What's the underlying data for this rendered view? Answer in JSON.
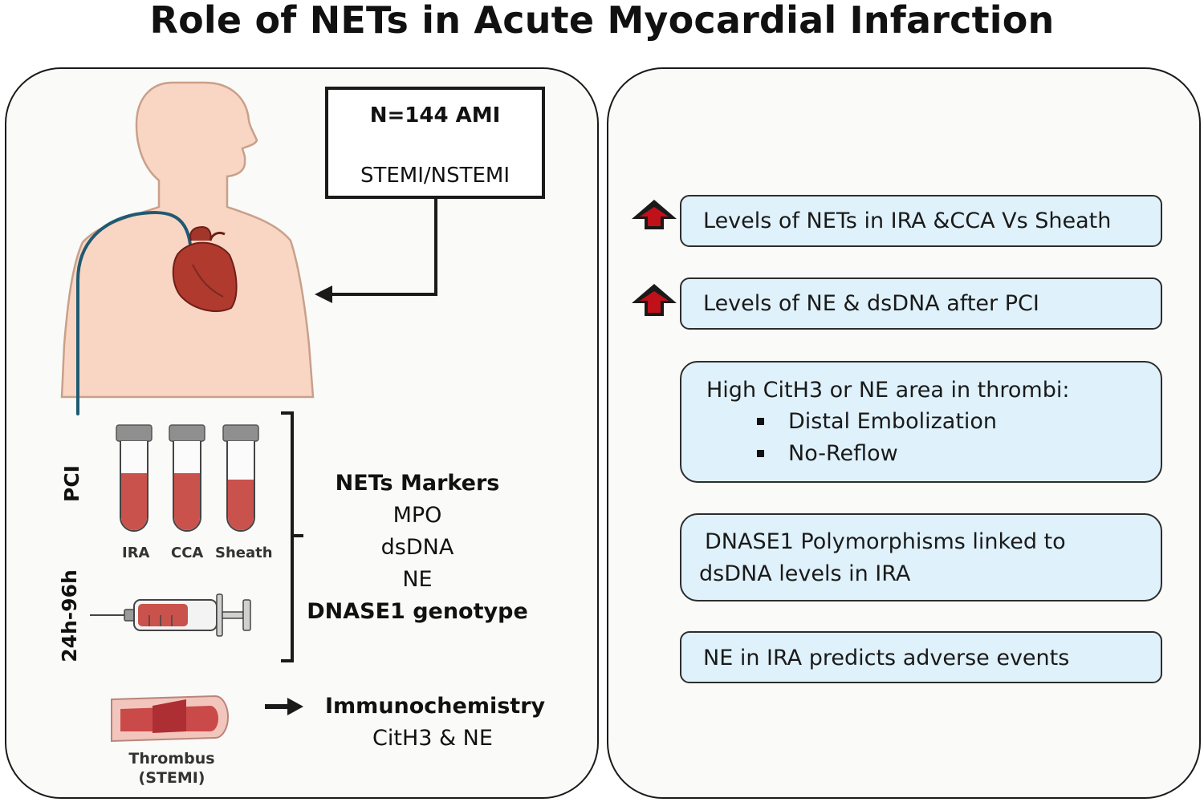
{
  "title": "Role of NETs in Acute Myocardial Infarction",
  "cohort": {
    "n_label": "N=144 AMI",
    "type_label": "STEMI/NSTEMI"
  },
  "timepoints": {
    "pci": "PCI",
    "later": "24h-96h"
  },
  "tubes": [
    {
      "label": "IRA"
    },
    {
      "label": "CCA"
    },
    {
      "label": "Sheath"
    }
  ],
  "markers": {
    "heading": "NETs Markers",
    "items": [
      "MPO",
      "dsDNA",
      "NE"
    ],
    "genotype": "DNASE1 genotype"
  },
  "thrombus": {
    "label_line1": "Thrombus",
    "label_line2": "(STEMI)",
    "method": "Immunochemistry",
    "stains": "CitH3 & NE"
  },
  "findings": [
    {
      "text": "Levels of NETs in  IRA &CCA Vs Sheath",
      "arrow": "up"
    },
    {
      "text": "Levels of NE & dsDNA after PCI",
      "arrow": "up"
    },
    {
      "heading": "High CitH3 or NE area in thrombi:",
      "bullets": [
        "Distal Embolization",
        "No-Reflow"
      ]
    },
    {
      "lines": [
        "DNASE1 Polymorphisms linked to",
        "dsDNA levels in IRA"
      ]
    },
    {
      "text": "NE in IRA predicts adverse events"
    }
  ],
  "colors": {
    "skin": "#f8d6c3",
    "skin_outline": "#c9a08a",
    "heart": "#b03a2e",
    "catheter": "#1f5a72",
    "blood": "#c9524c",
    "finding_bg": "#dff1fa",
    "arrow_fill": "#c0101a"
  }
}
